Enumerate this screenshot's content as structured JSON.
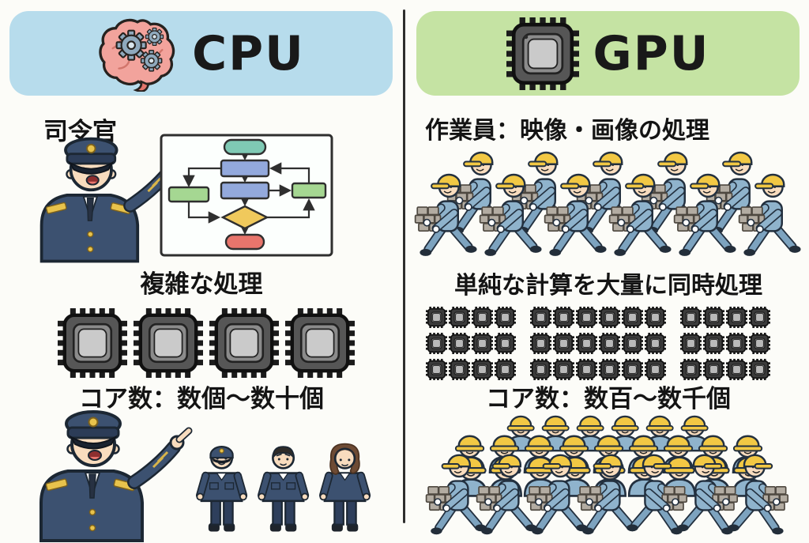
{
  "cpu": {
    "title": "CPU",
    "header_icon": "brain-with-gears-icon",
    "role_label": "司令官",
    "processing_label": "複雑な処理",
    "cores_label": "コア数：数個〜数十個",
    "core_chip_count": 4,
    "team_member_count": 3,
    "flowchart_node_colors": {
      "start": "#7fc9b4",
      "process": "#93a9dc",
      "branch": "#a5d792",
      "decision": "#f0c95c",
      "end": "#e8756c"
    }
  },
  "gpu": {
    "title": "GPU",
    "header_icon": "chip-icon",
    "role_label": "作業員：映像・画像の処理",
    "processing_label": "単純な計算を大量に同時処理",
    "cores_label": "コア数：数百〜数千個",
    "chip_grid": {
      "rows": 3,
      "groups_per_row": [
        4,
        6,
        4
      ],
      "total": 42
    },
    "worker_row_count": 11,
    "crowd_rows": [
      6,
      9,
      9
    ],
    "crowd_front_count": 7
  },
  "colors": {
    "page_bg": "#fcfcf8",
    "cpu_header_bg": "#b7dcec",
    "gpu_header_bg": "#c5e3a3",
    "title_text": "#191919",
    "divider": "#2e2e2e",
    "helmet_yellow": "#f2c844",
    "uniform_blue": "#8fb3cc",
    "uniform_dark": "#7da3bf",
    "navy": "#3c5170",
    "navy_dark": "#2e3f5c",
    "skin": "#f8dcbe",
    "brick_gray": "#b3aca2",
    "brain_pink": "#f2a39c",
    "gear_blue": "#8fa9bd",
    "gold": "#e8c34c"
  }
}
